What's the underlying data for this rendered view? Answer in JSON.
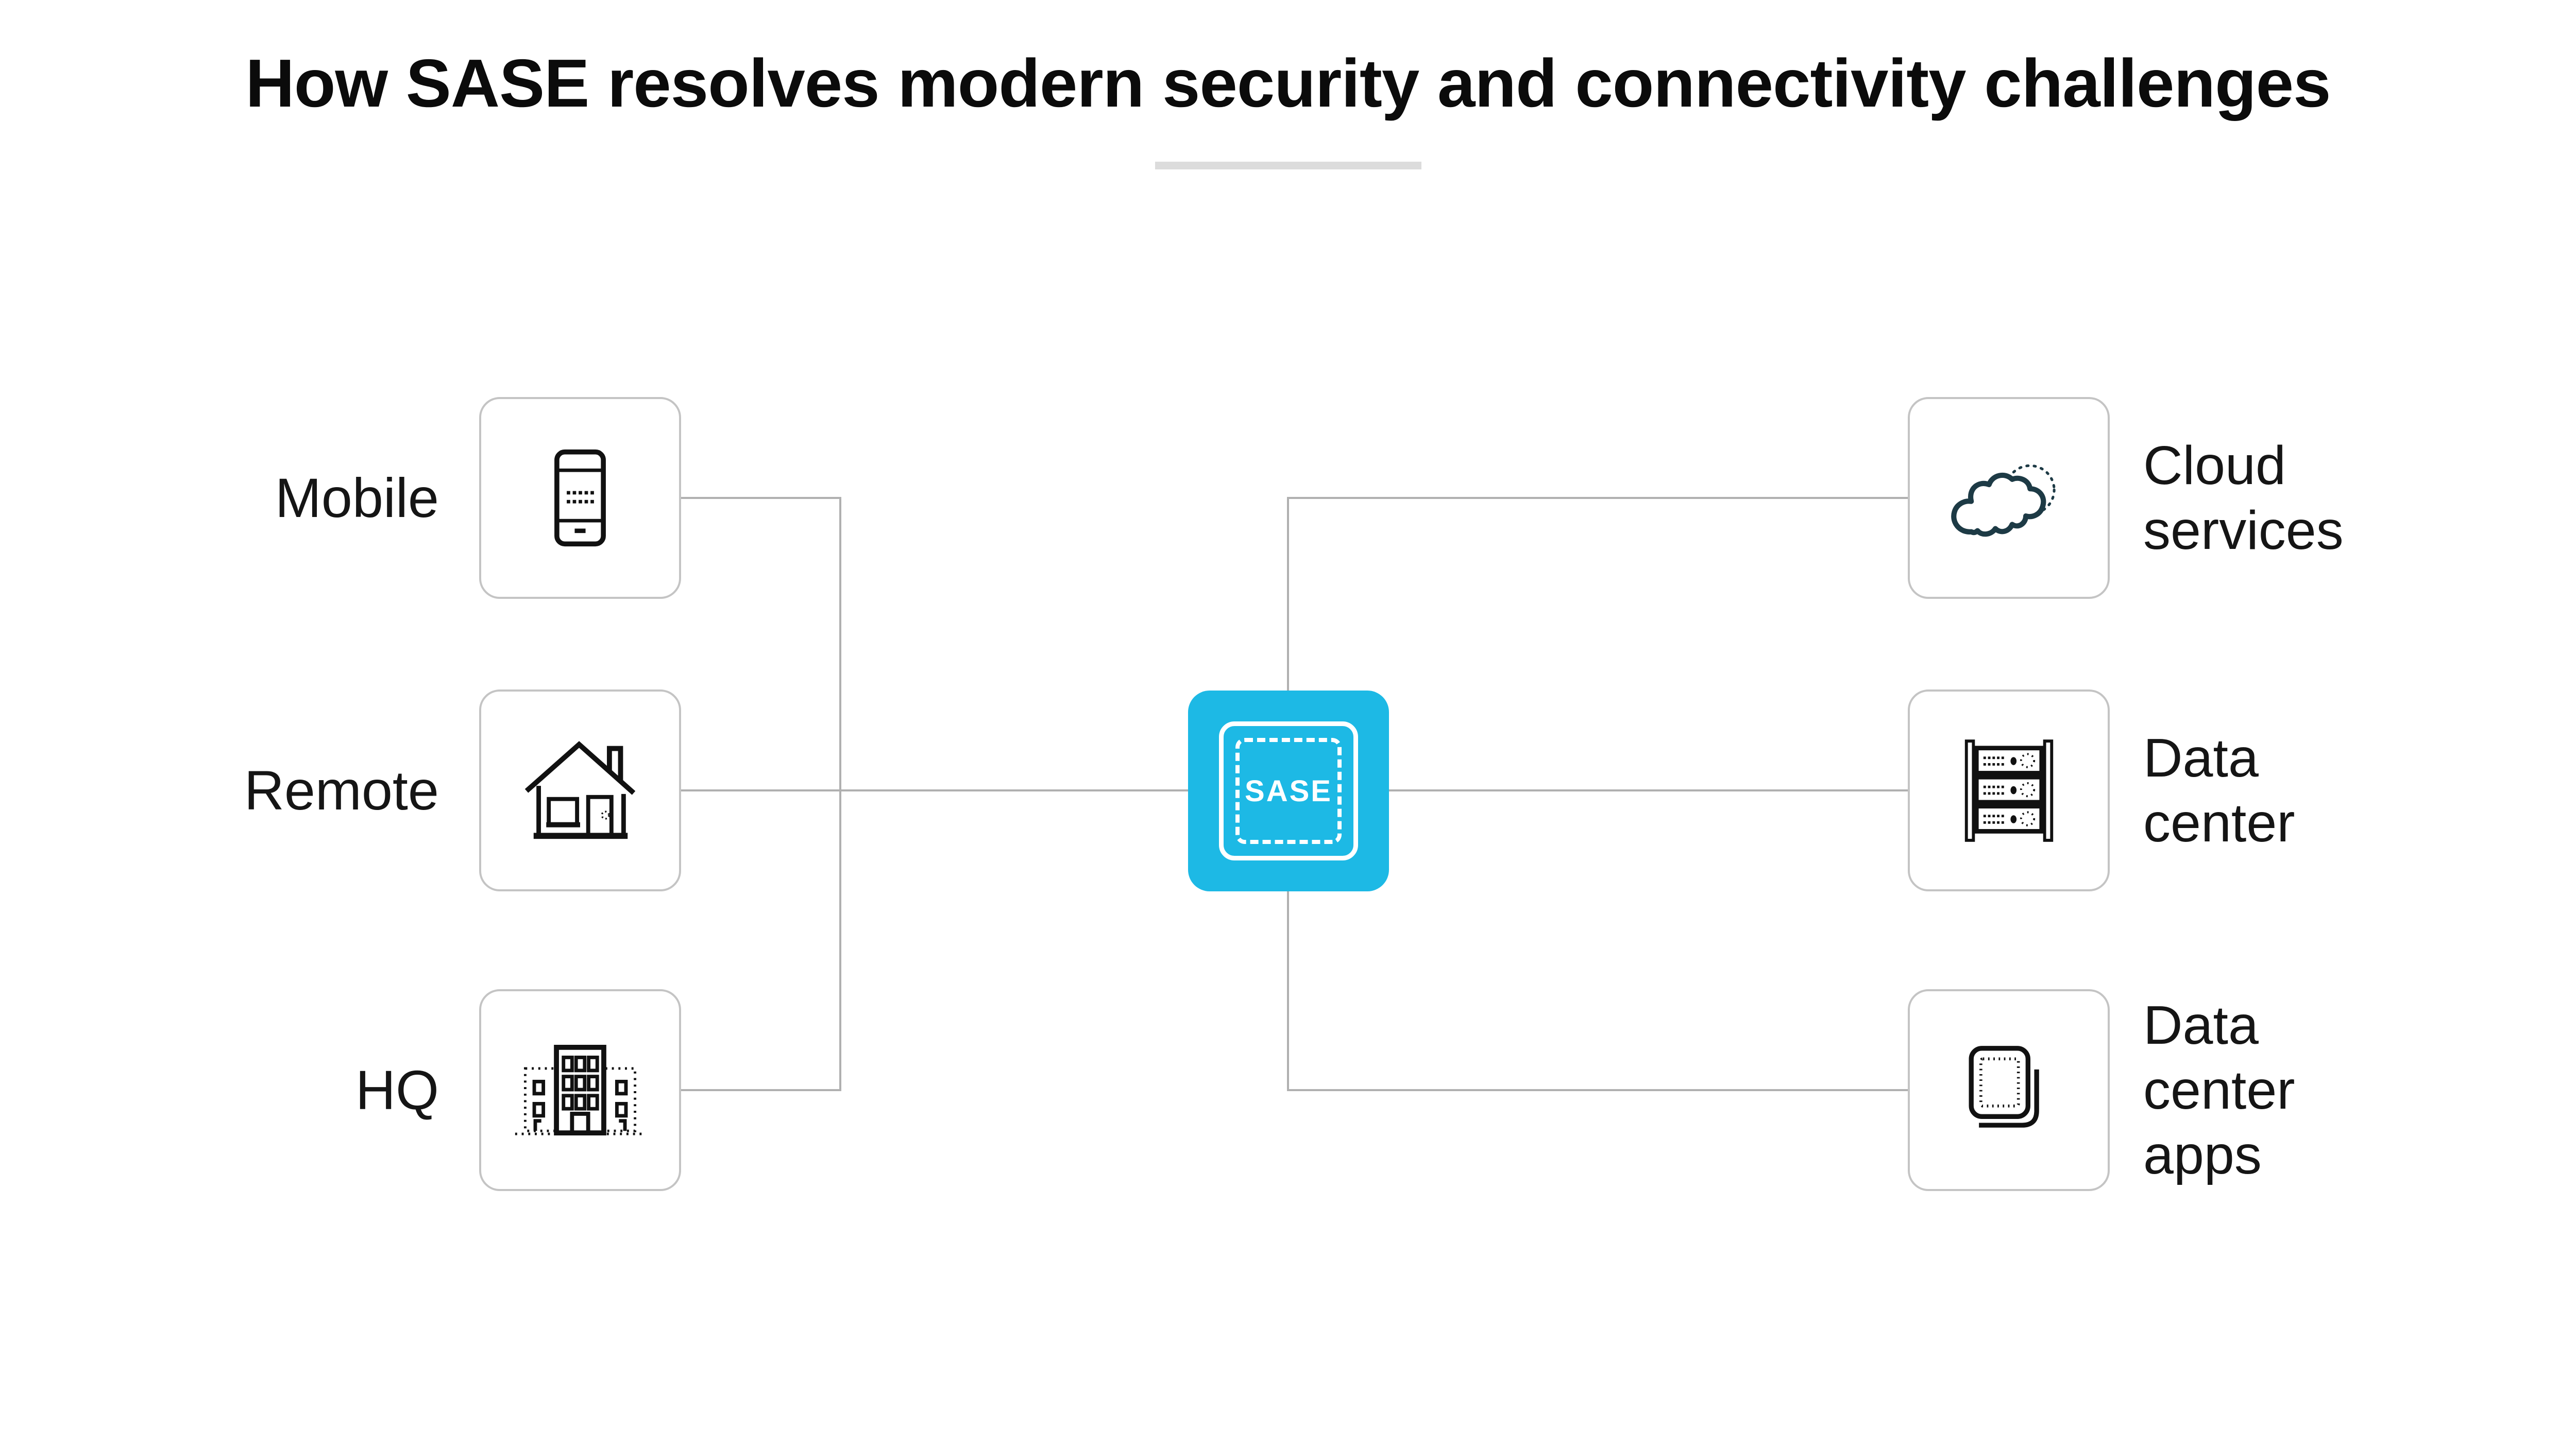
{
  "title": {
    "text": "How SASE resolves modern security and connectivity challenges"
  },
  "center": {
    "label": "SASE",
    "icon": "sase-dashed-square-icon"
  },
  "left_nodes": [
    {
      "id": "mobile",
      "label": "Mobile",
      "icon": "smartphone-icon"
    },
    {
      "id": "remote",
      "label": "Remote",
      "icon": "house-icon"
    },
    {
      "id": "hq",
      "label": "HQ",
      "icon": "office-building-icon"
    }
  ],
  "right_nodes": [
    {
      "id": "cloud-services",
      "label_lines": [
        "Cloud",
        "services"
      ],
      "icon": "cloud-icon"
    },
    {
      "id": "data-center",
      "label_lines": [
        "Data",
        "center"
      ],
      "icon": "server-rack-icon"
    },
    {
      "id": "data-center-apps",
      "label_lines": [
        "Data",
        "center",
        "apps"
      ],
      "icon": "stacked-apps-icon"
    }
  ],
  "colors": {
    "accent_cyan": "#1db9e5",
    "connector_gray": "#b0b0b0",
    "box_border_gray": "#c4c4c4",
    "underline_gray": "#dcdcdc",
    "text_black": "#151515",
    "cloud_stroke": "#1d3a45"
  }
}
